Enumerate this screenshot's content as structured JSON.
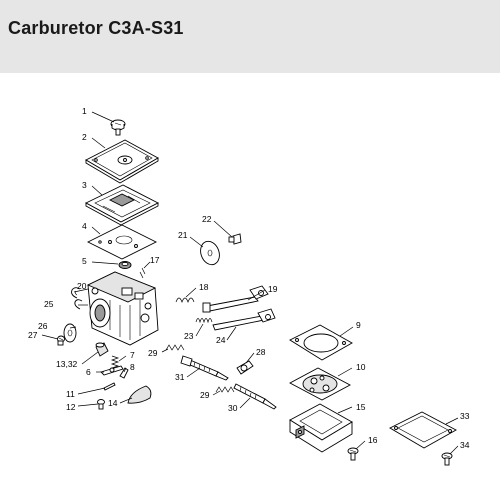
{
  "page": {
    "title": "Carburetor C3A-S31",
    "colors": {
      "header_bg": "#e6e6e6",
      "line": "#000000",
      "background": "#ffffff"
    }
  },
  "callouts": [
    {
      "id": "1",
      "text": "1"
    },
    {
      "id": "2",
      "text": "2"
    },
    {
      "id": "3",
      "text": "3"
    },
    {
      "id": "4",
      "text": "4"
    },
    {
      "id": "5",
      "text": "5"
    },
    {
      "id": "6",
      "text": "6"
    },
    {
      "id": "7",
      "text": "7"
    },
    {
      "id": "8",
      "text": "8"
    },
    {
      "id": "9",
      "text": "9"
    },
    {
      "id": "10",
      "text": "10"
    },
    {
      "id": "11",
      "text": "11"
    },
    {
      "id": "12",
      "text": "12"
    },
    {
      "id": "13_32",
      "text": "13,32"
    },
    {
      "id": "14",
      "text": "14"
    },
    {
      "id": "15",
      "text": "15"
    },
    {
      "id": "16",
      "text": "16"
    },
    {
      "id": "17",
      "text": "17"
    },
    {
      "id": "18",
      "text": "18"
    },
    {
      "id": "19",
      "text": "19"
    },
    {
      "id": "20",
      "text": "20"
    },
    {
      "id": "21",
      "text": "21"
    },
    {
      "id": "22",
      "text": "22"
    },
    {
      "id": "23",
      "text": "23"
    },
    {
      "id": "24",
      "text": "24"
    },
    {
      "id": "25",
      "text": "25"
    },
    {
      "id": "26",
      "text": "26"
    },
    {
      "id": "27",
      "text": "27"
    },
    {
      "id": "28",
      "text": "28"
    },
    {
      "id": "29a",
      "text": "29"
    },
    {
      "id": "29b",
      "text": "29"
    },
    {
      "id": "30",
      "text": "30"
    },
    {
      "id": "31",
      "text": "31"
    },
    {
      "id": "33",
      "text": "33"
    },
    {
      "id": "34",
      "text": "34"
    }
  ]
}
